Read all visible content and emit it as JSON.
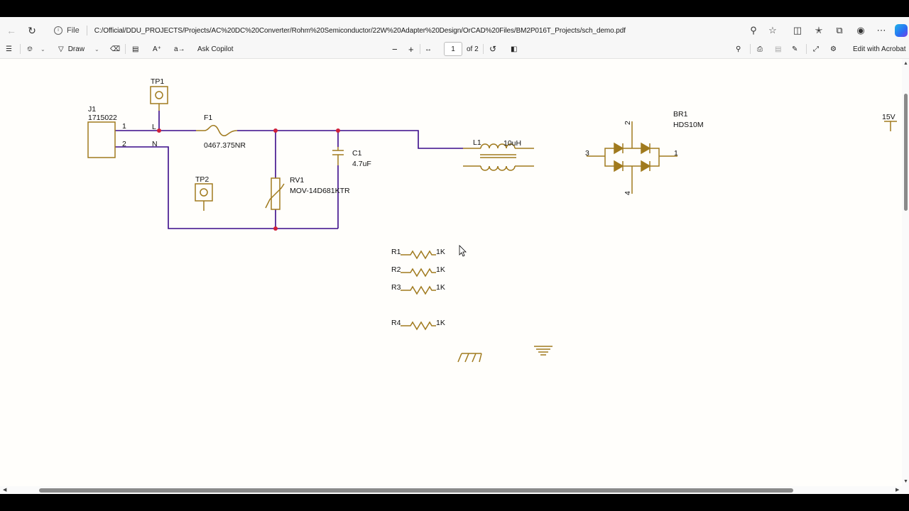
{
  "browser": {
    "url_scheme": "File",
    "url": "C:/Official/DDU_PROJECTS/Projects/AC%20DC%20Converter/Rohm%20Semiconductor/22W%20Adapter%20Design/OrCAD%20Files/BM2P016T_Projects/sch_demo.pdf"
  },
  "pdf_toolbar": {
    "draw_label": "Draw",
    "ask_copilot_label": "Ask Copilot",
    "page_current": "1",
    "page_total": "of 2",
    "edit_acrobat_label": "Edit with Acrobat"
  },
  "schematic": {
    "wire_color": "#3a0a8a",
    "component_color": "#a07a1e",
    "junction_color": "#d0203a",
    "j1": {
      "ref": "J1",
      "value": "1715022",
      "pin1": "1",
      "pin2": "2",
      "net_l": "L",
      "net_n": "N"
    },
    "tp1": {
      "ref": "TP1"
    },
    "tp2": {
      "ref": "TP2"
    },
    "f1": {
      "ref": "F1",
      "value": "0467.375NR"
    },
    "rv1": {
      "ref": "RV1",
      "value": "MOV-14D681KTR"
    },
    "c1": {
      "ref": "C1",
      "value": "4.7uF"
    },
    "l1": {
      "ref": "L1",
      "value": "10uH"
    },
    "br1": {
      "ref": "BR1",
      "value": "HDS10M",
      "pin1": "1",
      "pin2": "2",
      "pin3": "3",
      "pin4": "4"
    },
    "power": {
      "label": "15V"
    },
    "resistors": [
      {
        "ref": "R1",
        "value": "1K"
      },
      {
        "ref": "R2",
        "value": "1K"
      },
      {
        "ref": "R3",
        "value": "1K"
      },
      {
        "ref": "R4",
        "value": "1K"
      }
    ]
  }
}
